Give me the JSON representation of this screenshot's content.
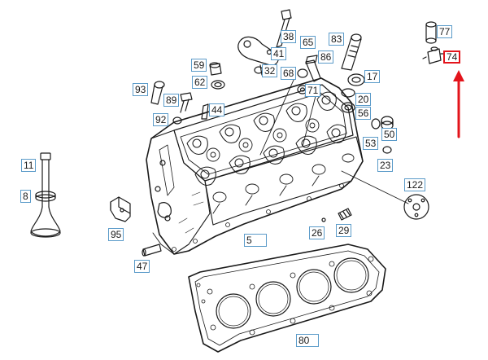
{
  "diagram": {
    "accent_color": "#e3141b",
    "callout_border_color": "#5b9bc9",
    "highlighted_part": "74",
    "callouts": {
      "c77": "77",
      "c74": "74",
      "c38": "38",
      "c65": "65",
      "c83": "83",
      "c41": "41",
      "c86": "86",
      "c59": "59",
      "c32": "32",
      "c68": "68",
      "c17": "17",
      "c62": "62",
      "c71": "71",
      "c93": "93",
      "c89": "89",
      "c44": "44",
      "c20": "20",
      "c56": "56",
      "c92": "92",
      "c50": "50",
      "c53": "53",
      "c23": "23",
      "c11": "11",
      "c8": "8",
      "c122": "122",
      "c95": "95",
      "c26": "26",
      "c29": "29",
      "c5": "5",
      "c47": "47",
      "c80": "80"
    }
  }
}
